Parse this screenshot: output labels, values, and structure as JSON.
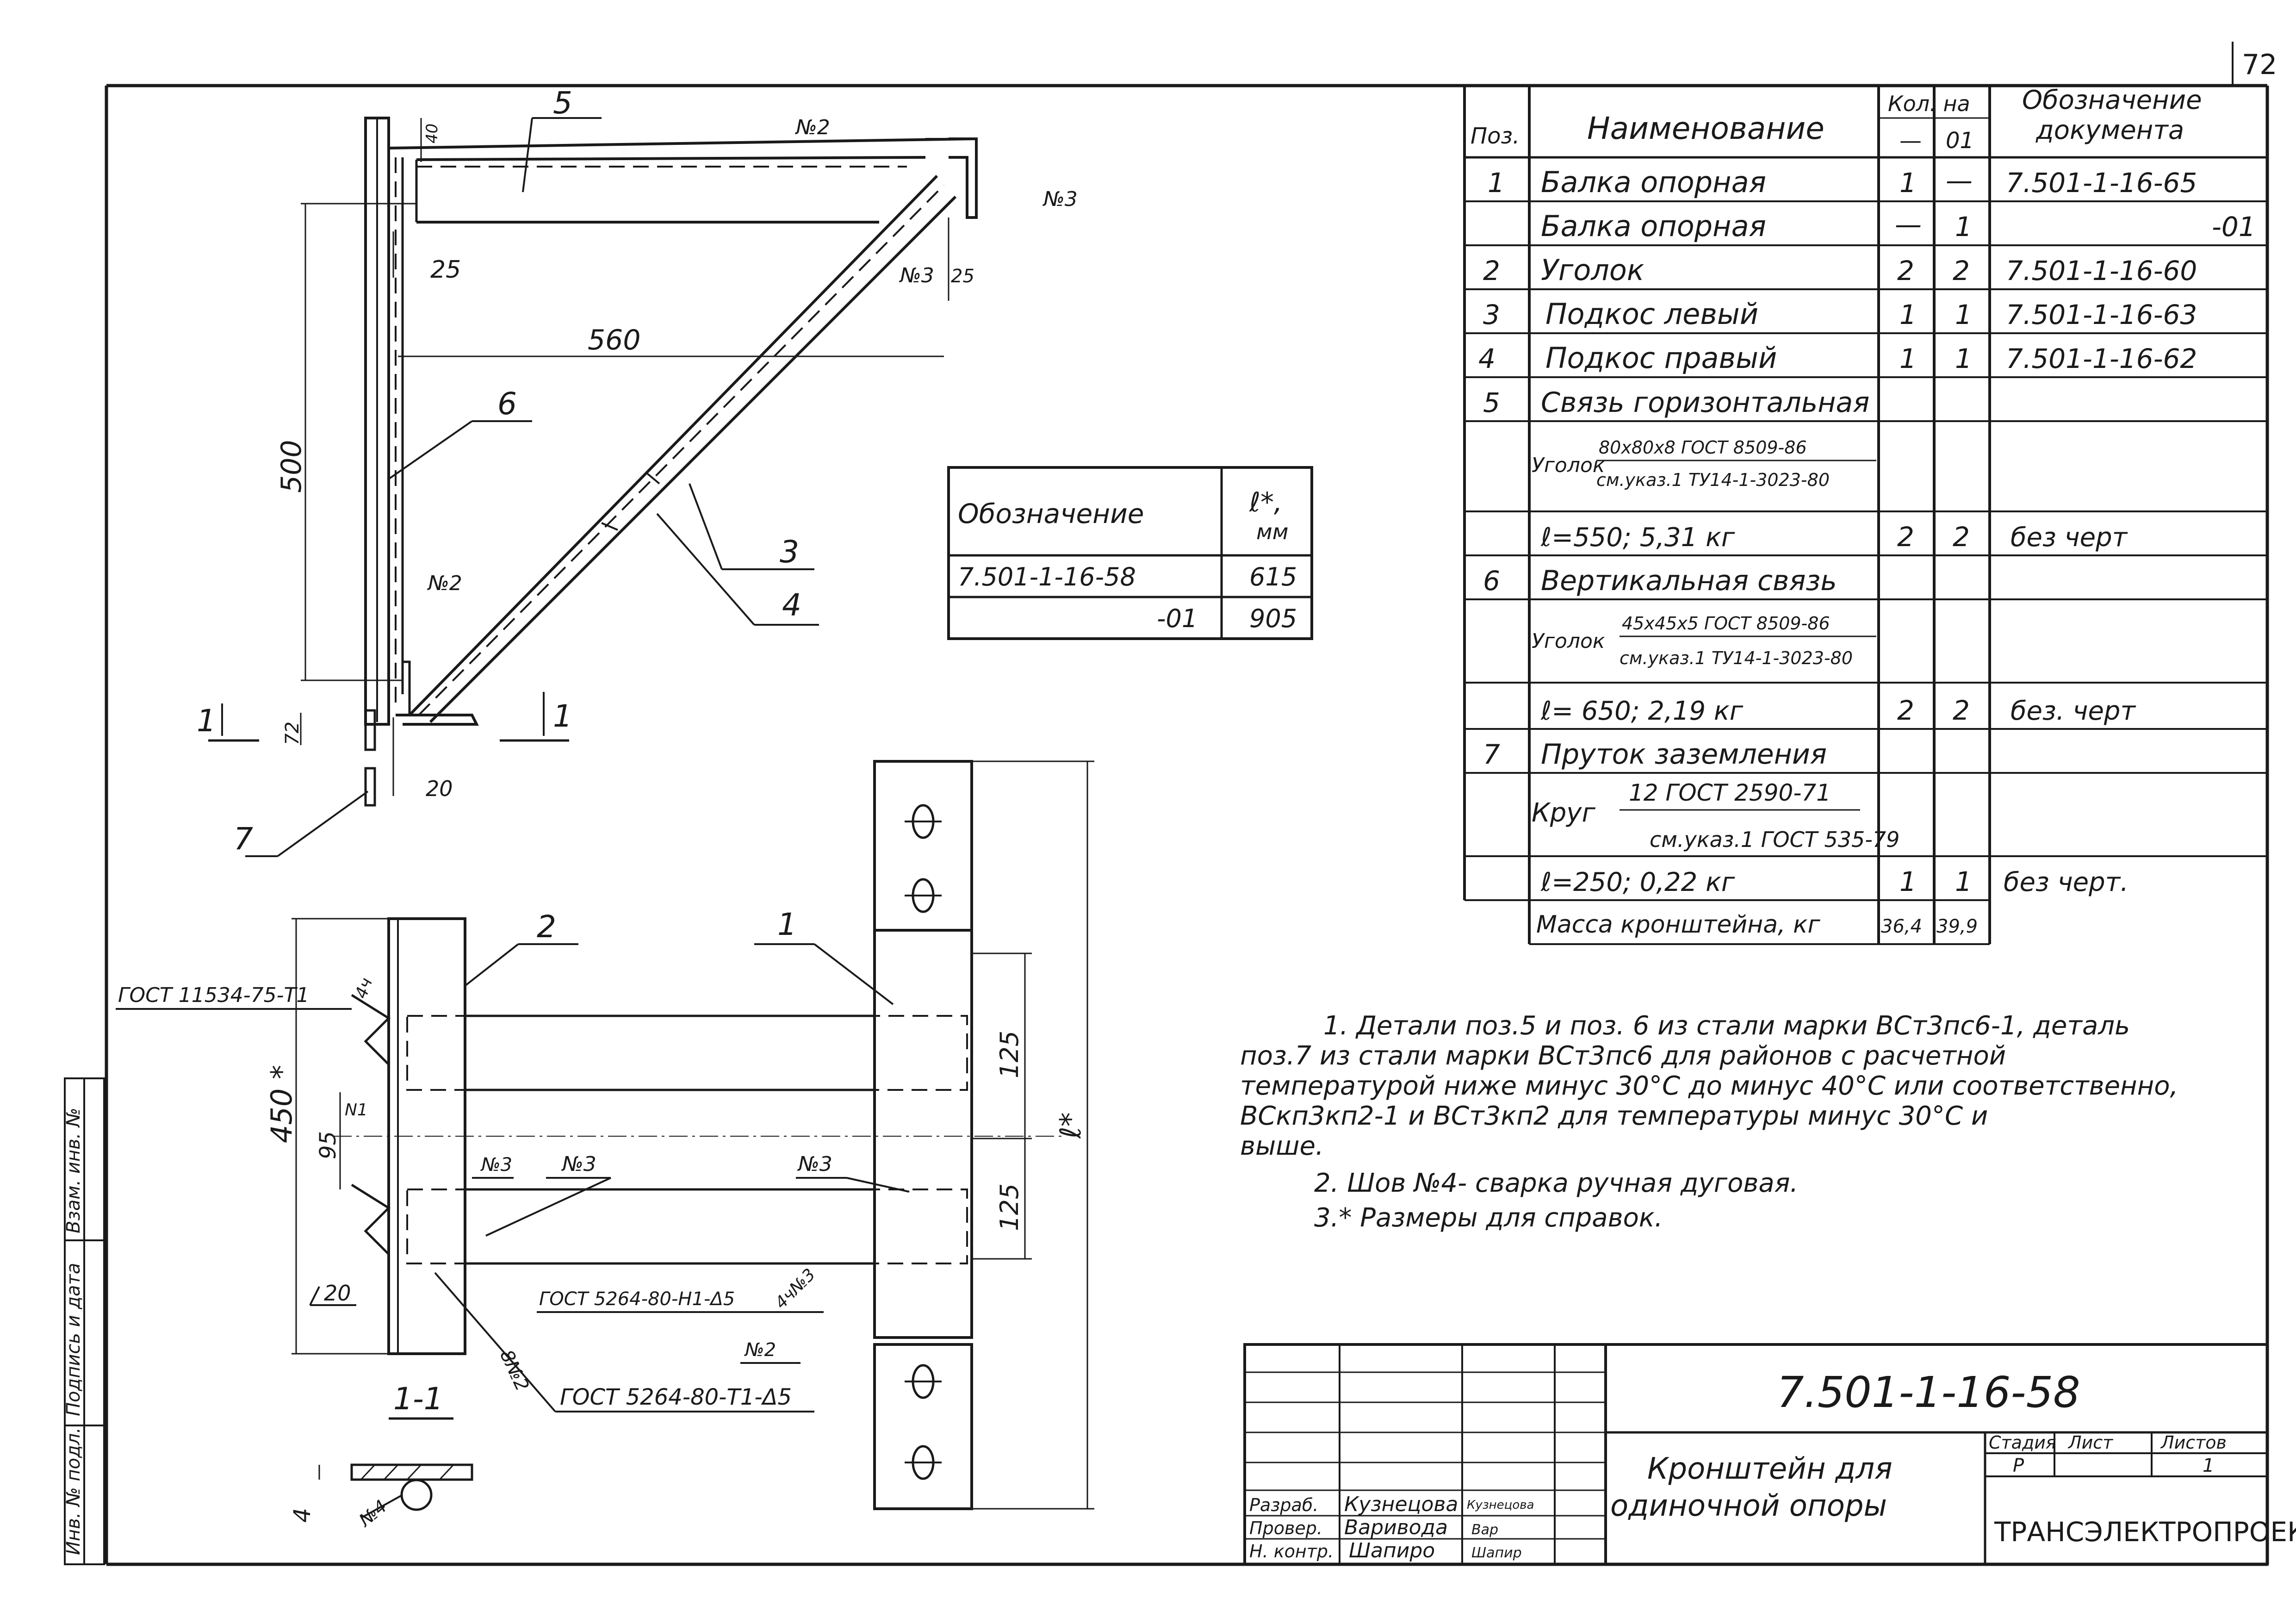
{
  "sheet": {
    "page_number": "72"
  },
  "drawing": {
    "pos5": "5",
    "pos6": "6",
    "pos3": "3",
    "pos4": "4",
    "pos7": "7",
    "pos2": "2",
    "pos1": "1",
    "dim40": "40",
    "dim25a": "25",
    "dim25b": "25",
    "dim560": "560",
    "dim500": "500",
    "dim72": "72",
    "dim20a": "20",
    "dim450": "450 *",
    "dim95": "95",
    "dim20b": "20",
    "dim125a": "125",
    "dim125b": "125",
    "dim_l": "ℓ*",
    "dim4": "4",
    "weld_n2_top": "№2",
    "weld_n3_top": "№3",
    "weld_n3_mid": "№3",
    "weld_n2_bottom": "№2",
    "weld_n4a": "4ч",
    "weld_n1": "N1",
    "weld_n3_a": "№3",
    "weld_n3_b": "№3",
    "weld_n3_c": "№3",
    "weld_4n3": "4ч№3",
    "weld_8n2": "8№2",
    "weld_n2_c": "№2",
    "weld_n4_detail": "№4",
    "gost_a": "ГОСТ 11534-75-Т1",
    "gost_b": "ГОСТ 5264-80-Н1-Δ5",
    "gost_c": "ГОСТ 5264-80-Т1-Δ5",
    "section_mark_left": "1",
    "section_mark_right": "1",
    "section_label": "1-1"
  },
  "variants_table": {
    "header_designation": "Обозначение",
    "header_length": "ℓ*,",
    "header_unit": "мм",
    "rows": [
      {
        "designation": "7.501-1-16-58",
        "length": "615"
      },
      {
        "designation": "-01",
        "length": "905"
      }
    ]
  },
  "spec_table": {
    "headers": {
      "pos": "Поз.",
      "name": "Наименование",
      "qty": "Кол. на",
      "qty_col1": "—",
      "qty_col2": "01",
      "doc_line1": "Обозначение",
      "doc_line2": "документа"
    },
    "rows": [
      {
        "pos": "1",
        "name": "Балка опорная",
        "q1": "1",
        "q2": "—",
        "doc": "7.501-1-16-65"
      },
      {
        "pos": "",
        "name": "Балка опорная",
        "q1": "—",
        "q2": "1",
        "doc": "-01"
      },
      {
        "pos": "2",
        "name": "Уголок",
        "q1": "2",
        "q2": "2",
        "doc": "7.501-1-16-60"
      },
      {
        "pos": "3",
        "name": "Подкос левый",
        "q1": "1",
        "q2": "1",
        "doc": "7.501-1-16-63"
      },
      {
        "pos": "4",
        "name": "Подкос правый",
        "q1": "1",
        "q2": "1",
        "doc": "7.501-1-16-62"
      },
      {
        "pos": "5",
        "name": "Связь горизонтальная",
        "q1": "",
        "q2": "",
        "doc": ""
      },
      {
        "pos": "",
        "name": "Уголок",
        "num": "80х80х8 ГОСТ 8509-86",
        "den": "см.указ.1 ТУ14-1-3023-80",
        "q1": "",
        "q2": "",
        "doc": ""
      },
      {
        "pos": "",
        "name": "ℓ=550; 5,31 кг",
        "q1": "2",
        "q2": "2",
        "doc": "без черт"
      },
      {
        "pos": "6",
        "name": "Вертикальная связь",
        "q1": "",
        "q2": "",
        "doc": ""
      },
      {
        "pos": "",
        "name": "Уголок",
        "num": "45х45х5 ГОСТ 8509-86",
        "den": "см.указ.1 ТУ14-1-3023-80",
        "q1": "",
        "q2": "",
        "doc": ""
      },
      {
        "pos": "",
        "name": "ℓ= 650; 2,19 кг",
        "q1": "2",
        "q2": "2",
        "doc": "без. черт"
      },
      {
        "pos": "7",
        "name": "Пруток заземления",
        "q1": "",
        "q2": "",
        "doc": ""
      },
      {
        "pos": "",
        "name": "Круг",
        "num": "12 ГОСТ 2590-71",
        "den": "см.указ.1 ГОСТ 535-79",
        "q1": "",
        "q2": "",
        "doc": ""
      },
      {
        "pos": "",
        "name": "ℓ=250; 0,22 кг",
        "q1": "1",
        "q2": "1",
        "doc": "без черт."
      },
      {
        "pos": "",
        "name": "Масса кронштейна, кг",
        "q1": "36,4",
        "q2": "39,9",
        "doc": ""
      }
    ]
  },
  "notes": [
    "1. Детали поз.5 и поз. 6 из стали марки ВСт3пс6-1, деталь",
    "поз.7 из стали марки ВСт3пс6 для районов с расчетной",
    "температурой ниже минус 30°С до минус 40°С или соответственно,",
    "ВСкп3кп2-1 и ВСт3кп2 для температуры минус 30°С и",
    "выше.",
    "2. Шов №4- сварка ручная дуговая.",
    "3.* Размеры для справок."
  ],
  "title_block": {
    "doc_number": "7.501-1-16-58",
    "title_line1": "Кронштейн для",
    "title_line2": "одиночной опоры",
    "stage_label": "Стадия",
    "sheet_label": "Лист",
    "sheets_label": "Листов",
    "stage_value": "Р",
    "sheets_value": "1",
    "organization": "ТРАНСЭЛЕКТРОПРОЕКТ",
    "roles": [
      {
        "role": "Разраб.",
        "name": "Кузнецова",
        "sign": "Кузнецова"
      },
      {
        "role": "Провер.",
        "name": "Варивода",
        "sign": "Вар"
      },
      {
        "role": "Н. контр.",
        "name": "Шапиро",
        "sign": "Шапир"
      }
    ]
  },
  "side_stamp": {
    "inv_podl": "Инв. № подл.",
    "podpis": "Подпись и дата",
    "vzam": "Взам. инв. №"
  }
}
